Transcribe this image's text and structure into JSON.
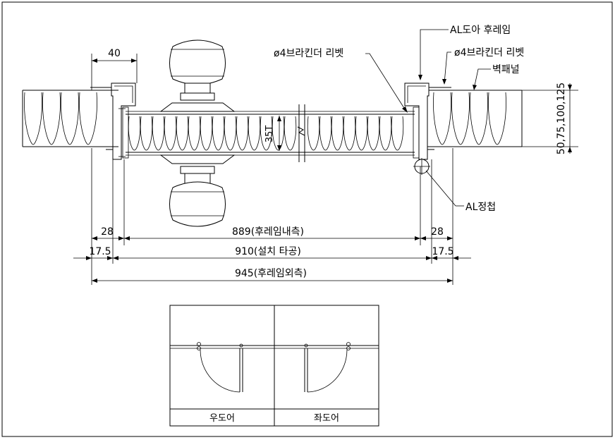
{
  "annotations": {
    "al_door_frame": "AL도아 후레임",
    "rivet_left": "ø4브라킨더 리벳",
    "rivet_right": "ø4브라킨더 리벳",
    "wall_panel": "벽패널",
    "al_hinge": "AL정첩",
    "panel_thickness": "35T",
    "wall_thickness": "50,75,100,125"
  },
  "dimensions": {
    "top_flange": "40",
    "left_offset": "28",
    "right_offset": "28",
    "left_edge": "17.5",
    "right_edge": "17.5",
    "inner_frame": "889(후레임내측)",
    "installation_opening": "910(설치 타공)",
    "outer_frame": "945(후레임외측)"
  },
  "legend": {
    "right_door": "우도어",
    "left_door": "좌도어"
  }
}
